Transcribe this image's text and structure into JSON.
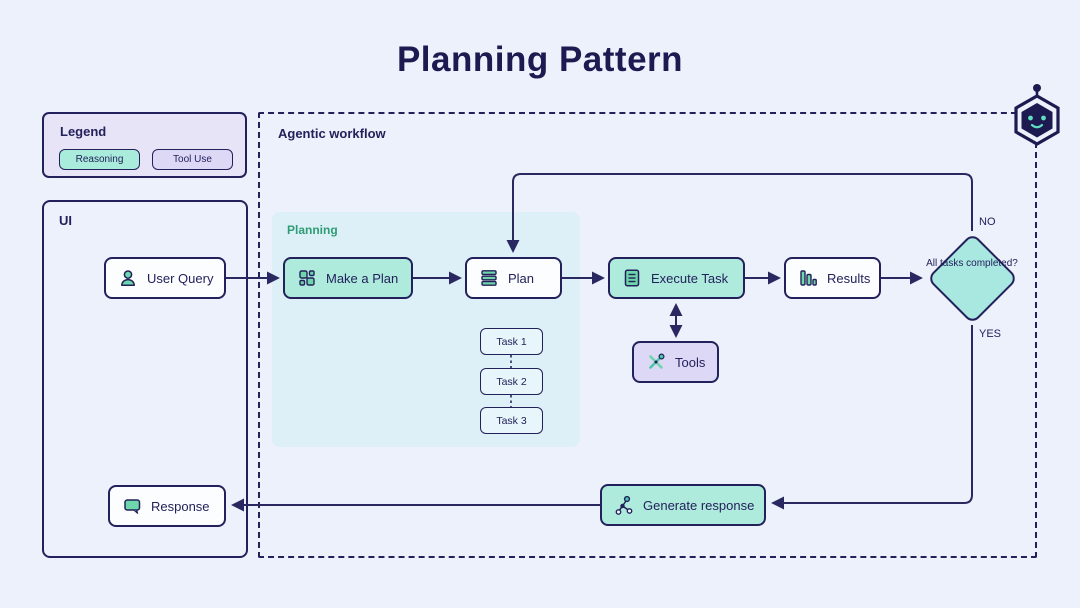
{
  "title": "Planning Pattern",
  "legend": {
    "title": "Legend",
    "items": [
      {
        "label": "Reasoning",
        "color": "#a9ecdc"
      },
      {
        "label": "Tool Use",
        "color": "#ddd8f6"
      }
    ]
  },
  "ui_panel": {
    "title": "UI",
    "user_query_label": "User Query",
    "response_label": "Response"
  },
  "workflow": {
    "title": "Agentic workflow",
    "planning_label": "Planning",
    "nodes": {
      "make_a_plan": "Make a Plan",
      "plan": "Plan",
      "execute_task": "Execute Task",
      "results": "Results",
      "tools": "Tools",
      "generate_response": "Generate response",
      "decision": "All tasks completed?"
    },
    "tasks": [
      "Task 1",
      "Task 2",
      "Task 3"
    ],
    "decision_labels": {
      "no": "NO",
      "yes": "YES"
    }
  },
  "icons": {
    "user_query": "user-icon",
    "make_a_plan": "grid-dashboard-icon",
    "plan": "stacked-list-icon",
    "execute_task": "document-icon",
    "results": "bar-chart-icon",
    "tools": "crossed-tools-icon",
    "generate_response": "network-icon",
    "response": "speech-bubble-icon",
    "mascot": "robot-hexagon-icon"
  },
  "colors": {
    "background": "#edf1fb",
    "navy": "#23215b",
    "mint": "#aeebdd",
    "lavender": "#ddd8f6",
    "green_icon": "#6fd5ab",
    "teal_icon": "#49c8a8",
    "planning_bg": "#ddf0f8",
    "planning_text": "#2e9c74",
    "diamond_fill": "#a9e8e1"
  }
}
